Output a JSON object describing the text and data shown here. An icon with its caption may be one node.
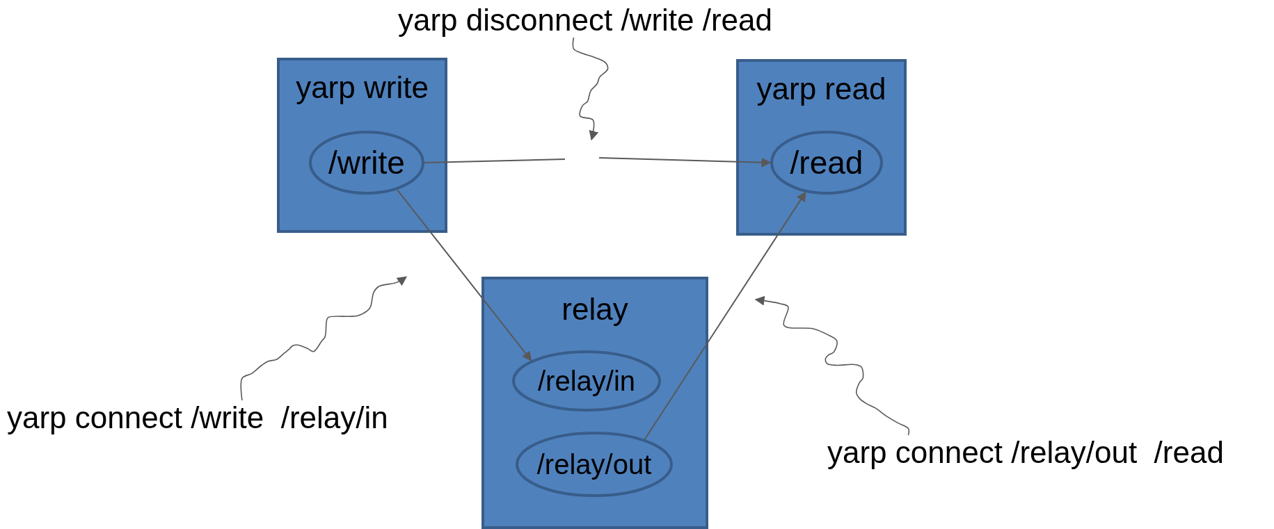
{
  "diagram": {
    "nodes": [
      {
        "text": [
          "yarp disconnect /write /read"
        ]
      },
      {
        "text": [
          "yarp write"
        ]
      },
      {
        "text": [
          "/write"
        ],
        "in": 1
      },
      {
        "text": [
          "yarp read"
        ]
      },
      {
        "text": [
          "/read"
        ],
        "in": 3
      },
      {
        "text": [
          "relay"
        ]
      },
      {
        "text": [
          "/relay/in"
        ],
        "in": 5
      },
      {
        "text": [
          "/relay/out"
        ],
        "in": 5
      },
      {
        "text": [
          "yarp connect /write  /relay/in"
        ]
      },
      {
        "text": [
          "yarp connect /relay/out  /read"
        ]
      }
    ],
    "edges": [
      {
        "from": 2,
        "to": null,
        "arrow": "none"
      },
      {
        "from": null,
        "to": 4,
        "arrow": "to"
      },
      {
        "from": 2,
        "to": 6,
        "arrow": "to"
      },
      {
        "from": 7,
        "to": 4,
        "arrow": "to"
      },
      {
        "from": 0,
        "to": null,
        "arrow": "to"
      },
      {
        "from": 8,
        "to": null,
        "arrow": "to"
      },
      {
        "from": 9,
        "to": null,
        "arrow": "to"
      }
    ]
  }
}
